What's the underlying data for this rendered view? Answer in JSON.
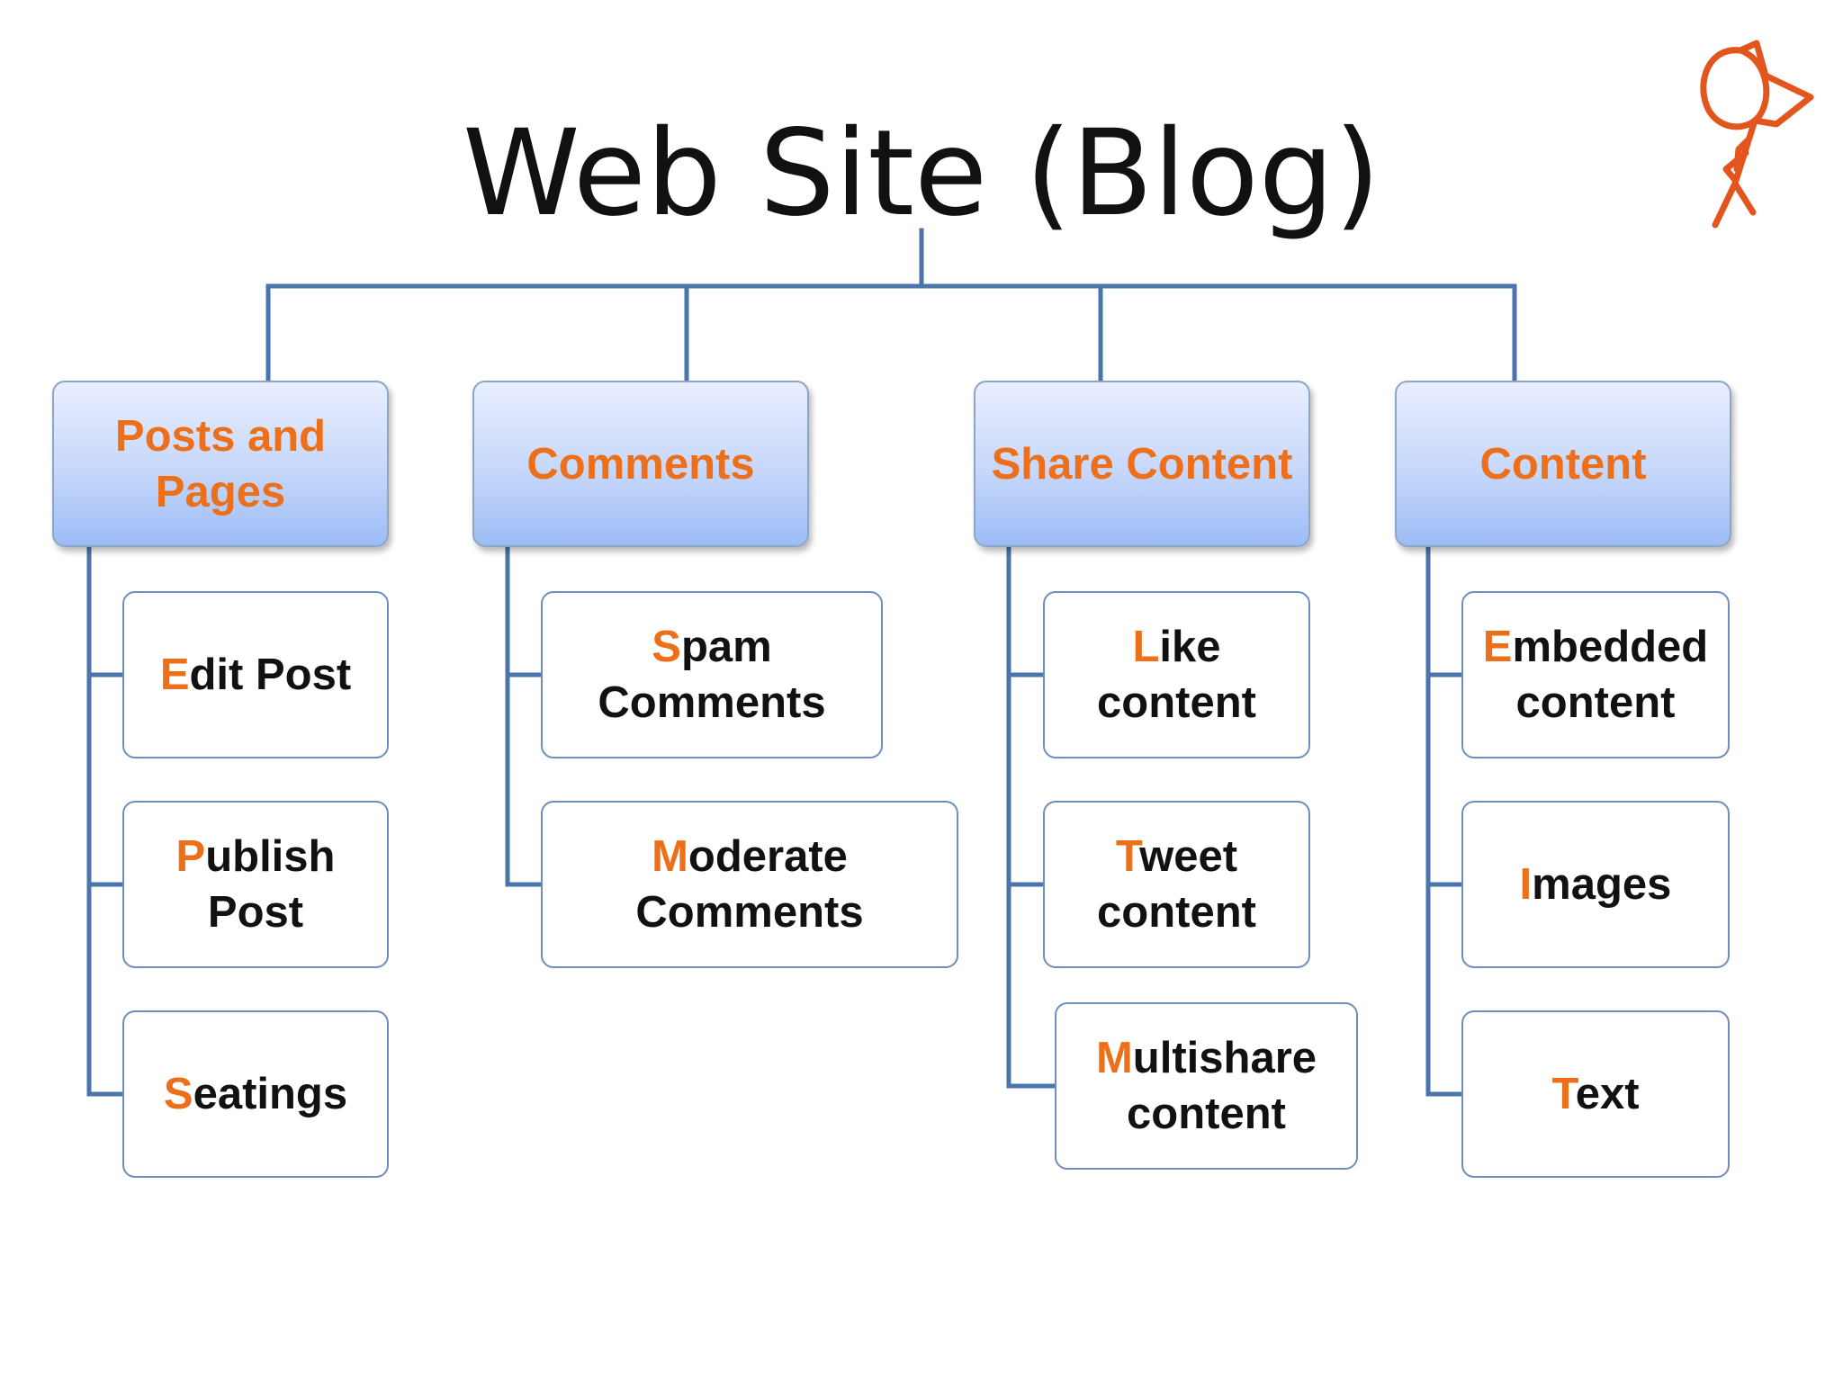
{
  "title": "Web Site (Blog)",
  "colors": {
    "accent": "#ee6f19",
    "connector": "#4a74ab",
    "text": "#111111"
  },
  "icons": {
    "corner": "stick-figure-icon"
  },
  "categories": [
    {
      "label": [
        "Posts and",
        "Pages"
      ],
      "children": [
        {
          "first": "E",
          "rest": [
            "dit Post"
          ]
        },
        {
          "first": "P",
          "rest": [
            "ublish",
            "Post"
          ]
        },
        {
          "first": "S",
          "rest": [
            "eatings"
          ]
        }
      ]
    },
    {
      "label": [
        "Comments"
      ],
      "children": [
        {
          "first": "S",
          "rest": [
            "pam",
            "Comments"
          ]
        },
        {
          "first": "M",
          "rest": [
            "oderate",
            "Comments"
          ]
        }
      ]
    },
    {
      "label": [
        "Share Content"
      ],
      "children": [
        {
          "first": "L",
          "rest": [
            "ike",
            "content"
          ]
        },
        {
          "first": "T",
          "rest": [
            "weet",
            "content"
          ]
        },
        {
          "first": "M",
          "rest": [
            "ultishare",
            "content"
          ]
        }
      ]
    },
    {
      "label": [
        "Content"
      ],
      "children": [
        {
          "first": "E",
          "rest": [
            "mbedded",
            "content"
          ]
        },
        {
          "first": "I",
          "rest": [
            "mages"
          ]
        },
        {
          "first": "T",
          "rest": [
            "ext"
          ]
        }
      ]
    }
  ]
}
